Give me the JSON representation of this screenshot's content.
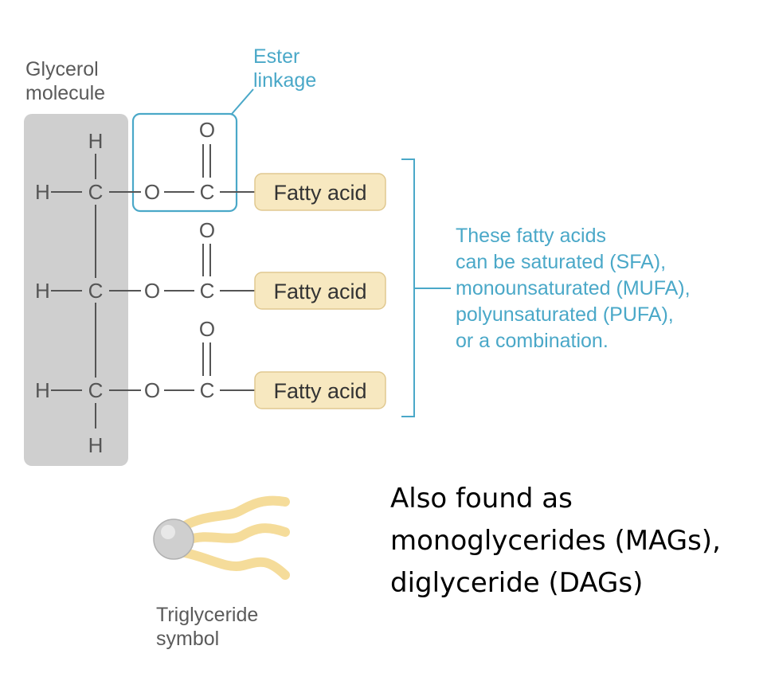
{
  "glycerol_label": [
    "Glycerol",
    "molecule"
  ],
  "ester_label": [
    "Ester",
    "linkage"
  ],
  "atoms": {
    "H": "H",
    "C": "C",
    "O": "O"
  },
  "fatty_acid_label": "Fatty acid",
  "note_lines": [
    "These fatty acids",
    "can be saturated (SFA),",
    "monounsaturated (MUFA),",
    "polyunsaturated (PUFA),",
    "or a combination."
  ],
  "triglyceride_label": [
    "Triglyceride",
    "symbol"
  ],
  "also_found_lines": [
    "Also found as",
    "monoglycerides (MAGs),",
    "diglyceride (DAGs)"
  ],
  "colors": {
    "glycerol_box": "#cfcfcf",
    "ester_blue": "#4aa8c8",
    "fatty_acid_fill": "#f7e8c0",
    "fatty_acid_stroke": "#e0c890",
    "tail_yellow": "#f5dc9a",
    "head_gray": "#cfcfcf"
  }
}
